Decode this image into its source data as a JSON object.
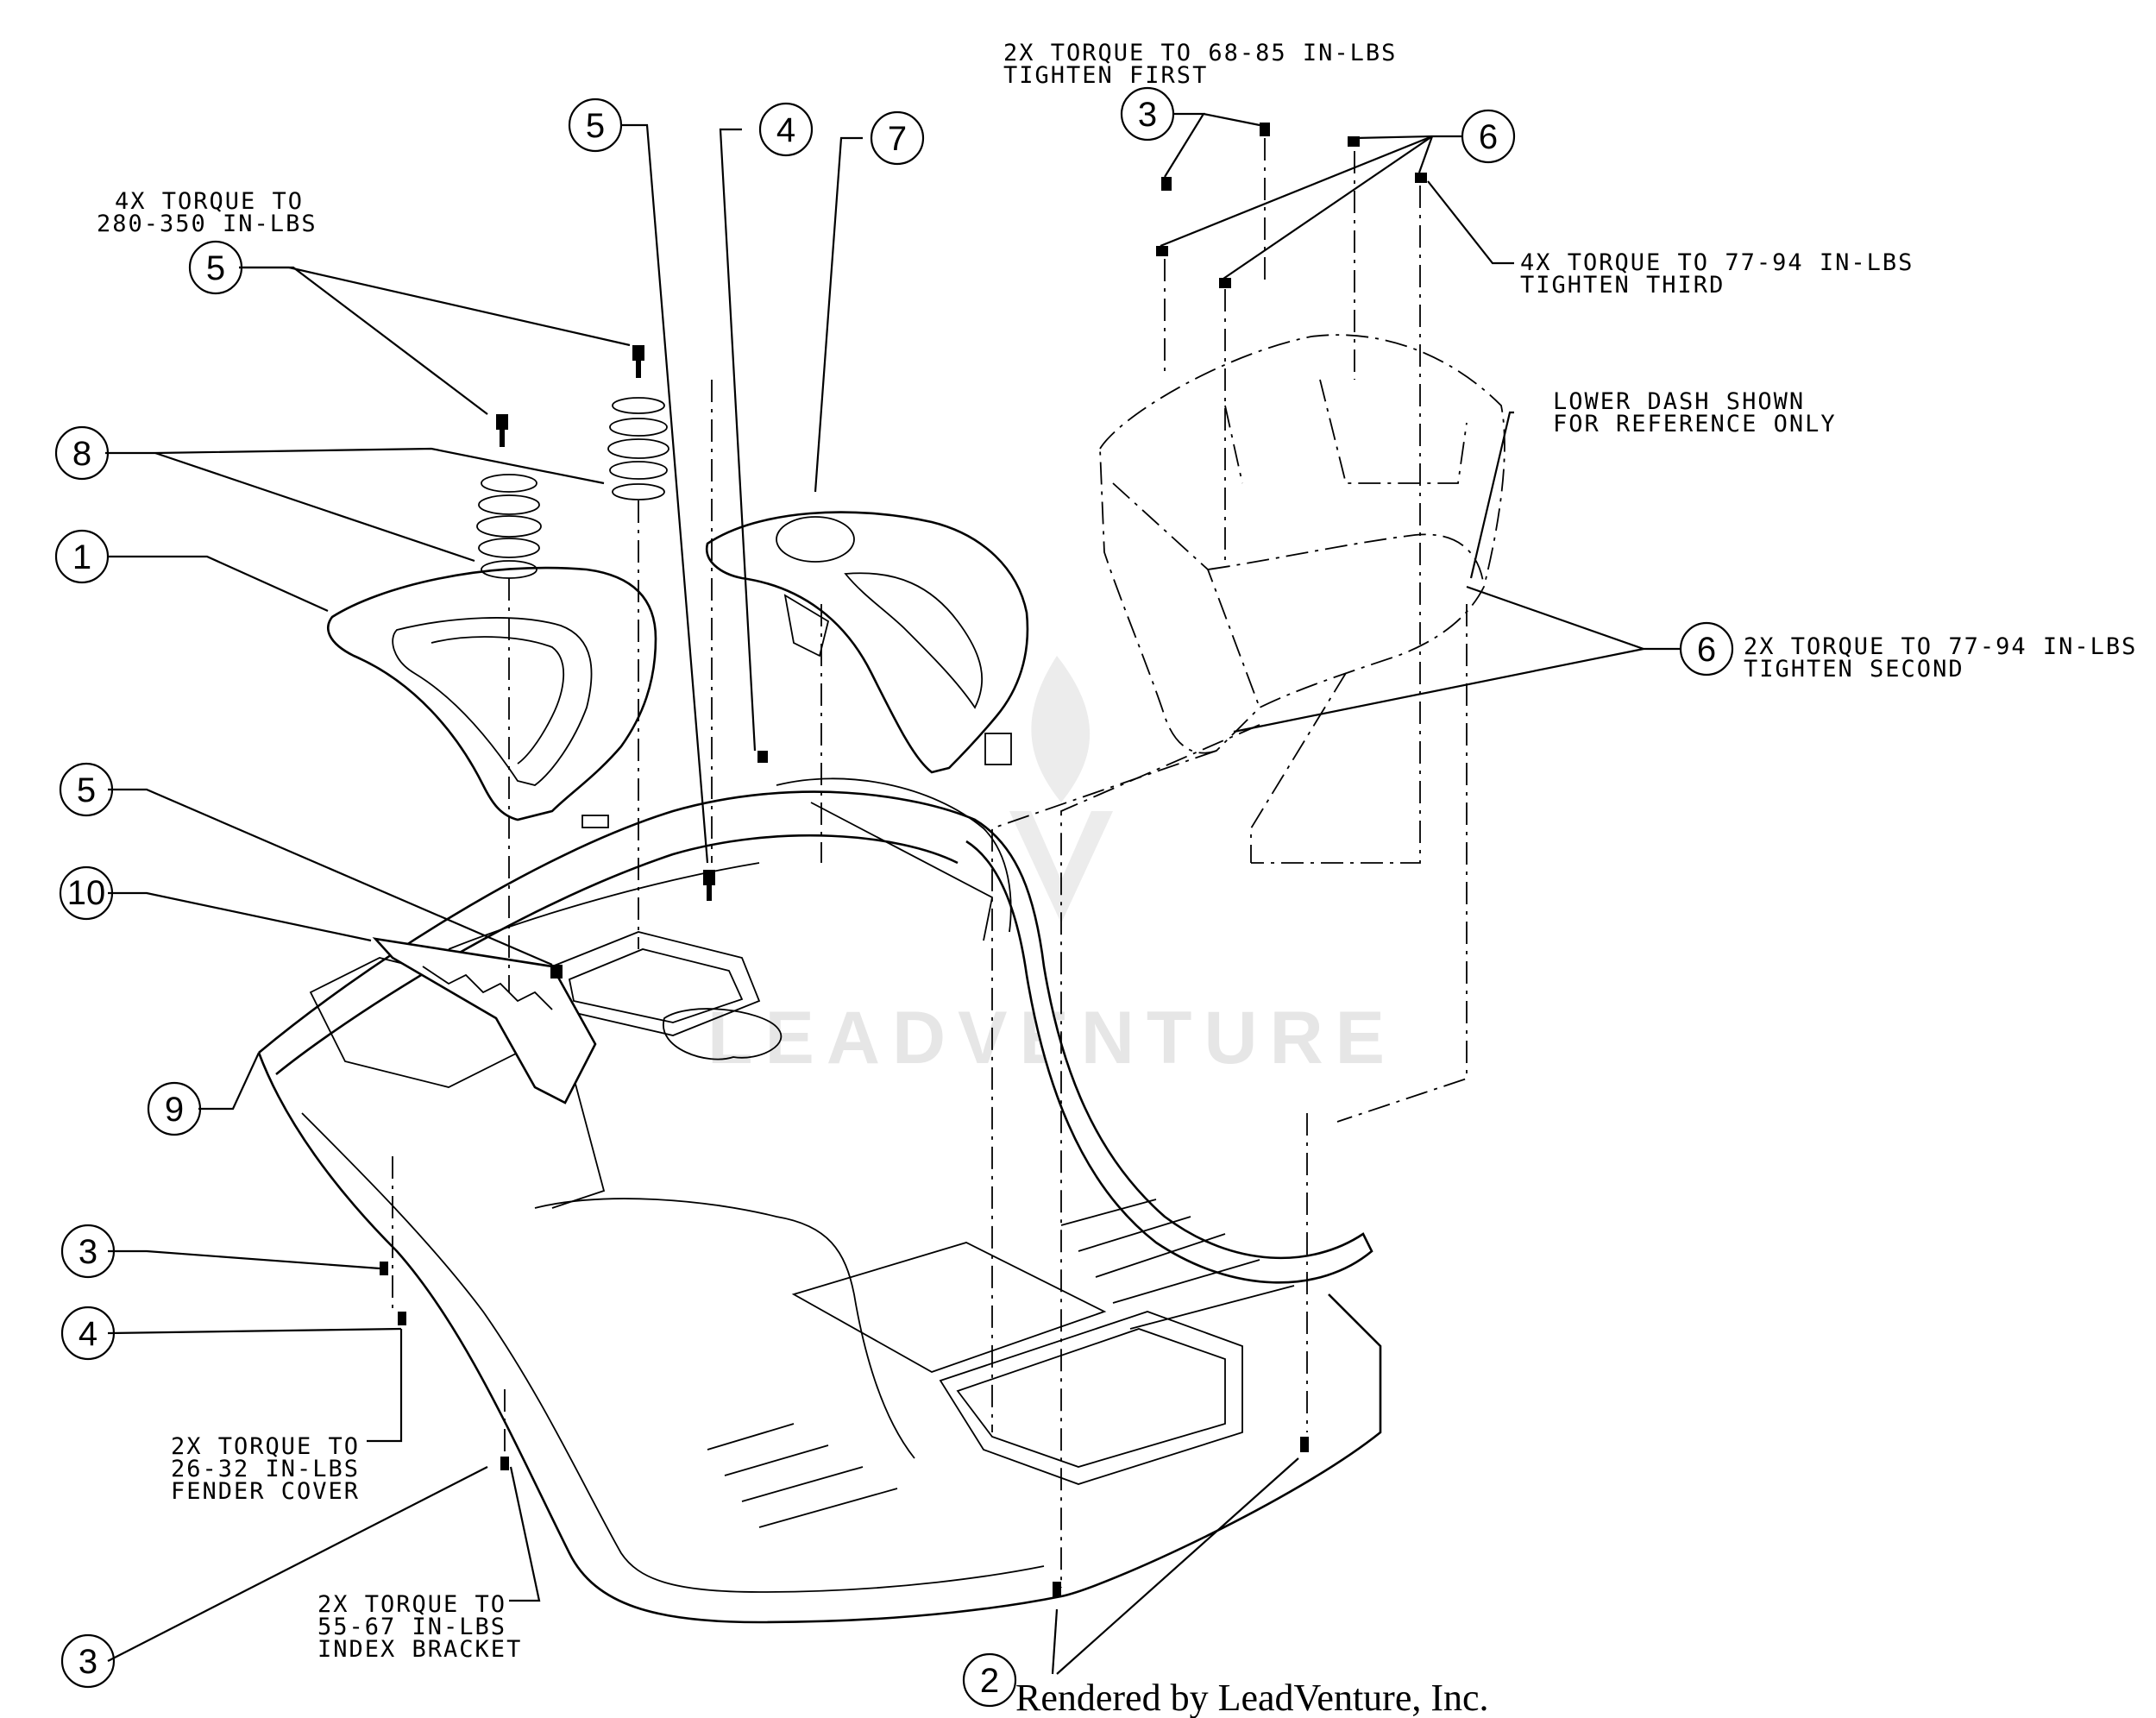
{
  "callouts": [
    {
      "id": "c1",
      "label": "1"
    },
    {
      "id": "c2",
      "label": "2"
    },
    {
      "id": "c3a",
      "label": "3"
    },
    {
      "id": "c3b",
      "label": "3"
    },
    {
      "id": "c3c",
      "label": "3"
    },
    {
      "id": "c4a",
      "label": "4"
    },
    {
      "id": "c4b",
      "label": "4"
    },
    {
      "id": "c5a",
      "label": "5"
    },
    {
      "id": "c5b",
      "label": "5"
    },
    {
      "id": "c5c",
      "label": "5"
    },
    {
      "id": "c6a",
      "label": "6"
    },
    {
      "id": "c6b",
      "label": "6"
    },
    {
      "id": "c7",
      "label": "7"
    },
    {
      "id": "c8",
      "label": "8"
    },
    {
      "id": "c9",
      "label": "9"
    },
    {
      "id": "c10",
      "label": "10"
    }
  ],
  "notes": {
    "torque_68_85": {
      "line1": "2X TORQUE TO 68-85 IN-LBS",
      "line2": "TIGHTEN FIRST"
    },
    "torque_280_350": {
      "line1": "4X TORQUE TO",
      "line2": "280-350 IN-LBS"
    },
    "torque_77_94_third": {
      "line1": "4X TORQUE TO 77-94 IN-LBS",
      "line2": "TIGHTEN THIRD"
    },
    "lower_dash": {
      "line1": "LOWER DASH SHOWN",
      "line2": "FOR REFERENCE ONLY"
    },
    "torque_77_94_second": {
      "line1": "2X TORQUE TO 77-94 IN-LBS",
      "line2": "TIGHTEN SECOND"
    },
    "fender_cover": {
      "line1": "2X TORQUE TO",
      "line2": "26-32 IN-LBS",
      "line3": "FENDER COVER"
    },
    "index_bracket": {
      "line1": "2X TORQUE TO",
      "line2": "55-67 IN-LBS",
      "line3": "INDEX BRACKET"
    }
  },
  "watermark": "LEADVENTURE",
  "credit": "Rendered by LeadVenture, Inc."
}
